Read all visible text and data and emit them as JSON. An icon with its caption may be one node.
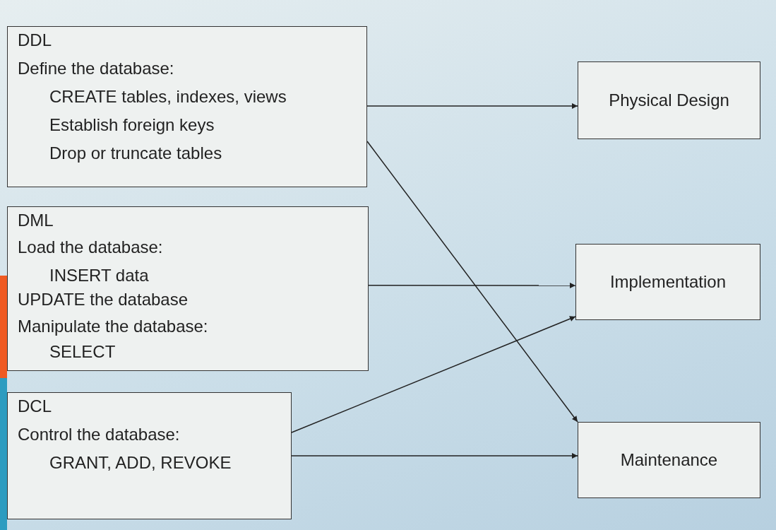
{
  "diagram": {
    "nodes": [
      {
        "text": [
          "DDL",
          "Define the database:",
          "CREATE tables, indexes, views",
          "Establish foreign keys",
          "Drop or truncate tables"
        ]
      },
      {
        "text": [
          "DML",
          "Load the database:",
          "INSERT data",
          "UPDATE the database",
          "Manipulate the database:",
          "SELECT"
        ]
      },
      {
        "text": [
          "DCL",
          "Control the database:",
          "GRANT, ADD, REVOKE"
        ]
      },
      {
        "text": [
          "Physical Design"
        ]
      },
      {
        "text": [
          "Implementation"
        ]
      },
      {
        "text": [
          "Maintenance"
        ]
      }
    ],
    "edges": [
      {
        "from": 0,
        "to": 3,
        "arrow": "to"
      },
      {
        "from": 0,
        "to": 5,
        "arrow": "to"
      },
      {
        "from": 1,
        "to": 4,
        "arrow": "to"
      },
      {
        "from": 2,
        "to": 4,
        "arrow": "to"
      },
      {
        "from": 2,
        "to": 5,
        "arrow": "to"
      }
    ]
  }
}
